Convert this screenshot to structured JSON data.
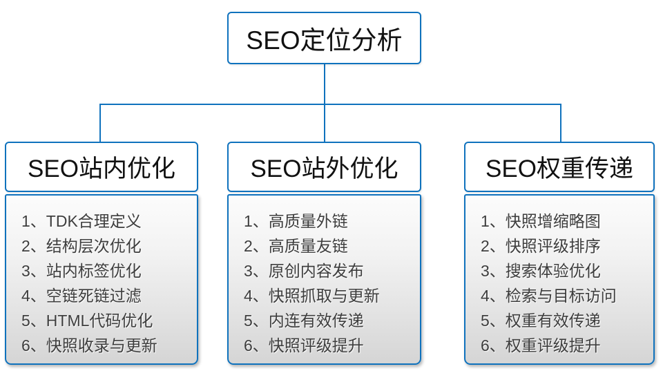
{
  "diagram_title": "SEO定位分析",
  "root": {
    "title": "SEO定位分析"
  },
  "branches": [
    {
      "title": "SEO站内优化",
      "items": [
        "1、TDK合理定义",
        "2、结构层次优化",
        "3、站内标签优化",
        "4、空链死链过滤",
        "5、HTML代码优化",
        "6、快照收录与更新"
      ]
    },
    {
      "title": "SEO站外优化",
      "items": [
        "1、高质量外链",
        "2、高质量友链",
        "3、原创内容发布",
        "4、快照抓取与更新",
        "5、内连有效传递",
        "6、快照评级提升"
      ]
    },
    {
      "title": "SEO权重传递",
      "items": [
        "1、快照增缩略图",
        "2、快照评级排序",
        "3、搜索体验优化",
        "4、检索与目标访问",
        "5、权重有效传递",
        "6、权重评级提升"
      ]
    }
  ],
  "colors": {
    "accent_blue": "#0f72bd",
    "text_dark": "#3d3d3d",
    "panel_gradient_top": "#fcfcfc",
    "panel_gradient_bottom": "#d5d5d5"
  }
}
